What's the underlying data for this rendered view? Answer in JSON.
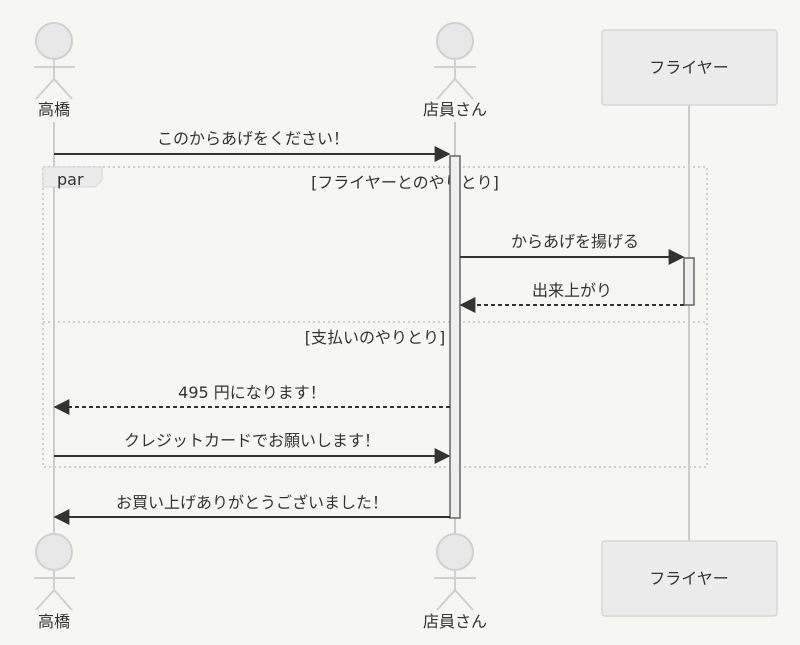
{
  "diagram": {
    "type": "sequence",
    "participants": [
      {
        "id": "takahashi",
        "label": "高橋",
        "kind": "actor"
      },
      {
        "id": "clerk",
        "label": "店員さん",
        "kind": "actor"
      },
      {
        "id": "fryer",
        "label": "フライヤー",
        "kind": "participant"
      }
    ],
    "messages": [
      {
        "from": "takahashi",
        "to": "clerk",
        "text": "このからあげをください！",
        "style": "solid"
      },
      {
        "from": "clerk",
        "to": "fryer",
        "text": "からあげを揚げる",
        "style": "solid"
      },
      {
        "from": "fryer",
        "to": "clerk",
        "text": "出来上がり",
        "style": "dashed"
      },
      {
        "from": "clerk",
        "to": "takahashi",
        "text": "495 円になります！",
        "style": "dashed"
      },
      {
        "from": "takahashi",
        "to": "clerk",
        "text": "クレジットカードでお願いします！",
        "style": "solid"
      },
      {
        "from": "clerk",
        "to": "takahashi",
        "text": "お買い上げありがとうございました！",
        "style": "solid"
      }
    ],
    "frame": {
      "keyword": "par",
      "sections": [
        {
          "label": "[フライヤーとのやりとり]"
        },
        {
          "label": "[支払いのやりとり]"
        }
      ]
    }
  }
}
